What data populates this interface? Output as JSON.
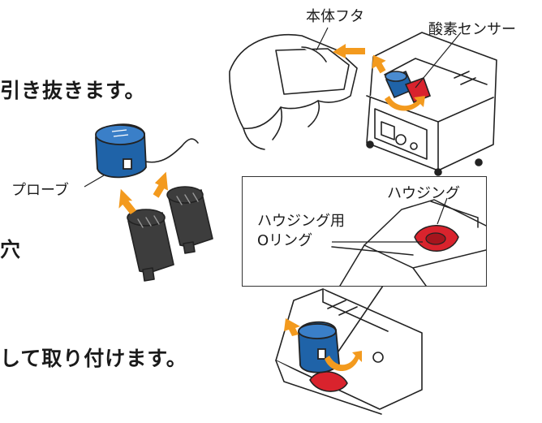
{
  "instructions": {
    "line1": "引き抜きます。",
    "line2": "穴",
    "line3": "して取り付けます。"
  },
  "labels": {
    "body_cover": "本体フタ",
    "oxygen_sensor": "酸素センサー",
    "probe": "プローブ",
    "housing": "ハウジング",
    "housing_oring_line1": "ハウジング用",
    "housing_oring_line2": "Oリング"
  },
  "colors": {
    "arrow_orange": "#f39a1e",
    "sensor_blue": "#1f63a8",
    "housing_red": "#d9232d",
    "probe_dark": "#3d3d3d"
  }
}
